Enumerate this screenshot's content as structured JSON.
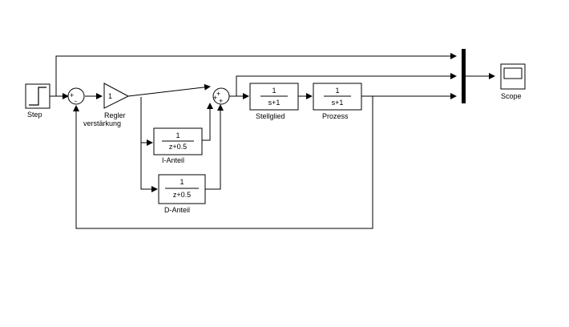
{
  "blocks": {
    "step": {
      "label": "Step"
    },
    "sum1": {
      "sign_top": "+",
      "sign_bottom": "-"
    },
    "gain": {
      "value": "1",
      "label_line1": "Regler",
      "label_line2": "verstärkung"
    },
    "i_anteil": {
      "numerator": "1",
      "denominator": "z+0.5",
      "label": "I-Anteil"
    },
    "d_anteil": {
      "numerator": "1",
      "denominator": "z+0.5",
      "label": "D-Anteil"
    },
    "sum2": {
      "sign_top": "+",
      "sign_left": "+",
      "sign_bottom": "+"
    },
    "stellglied": {
      "numerator": "1",
      "denominator": "s+1",
      "label": "Stellglied"
    },
    "prozess": {
      "numerator": "1",
      "denominator": "s+1",
      "label": "Prozess"
    },
    "scope": {
      "label": "Scope"
    }
  }
}
